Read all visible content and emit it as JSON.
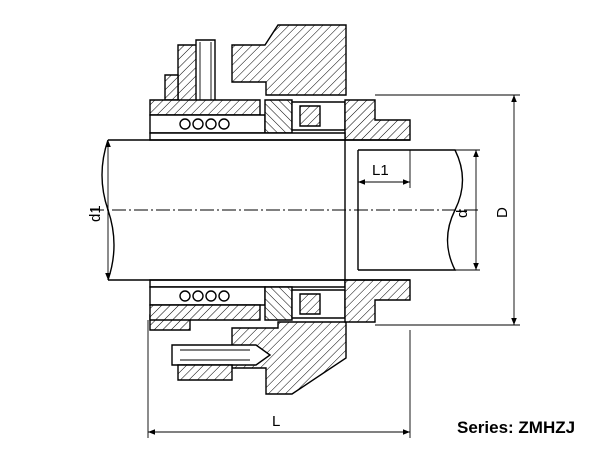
{
  "labels": {
    "d1": "d1",
    "d": "d",
    "D": "D",
    "L1": "L1",
    "L": "L"
  },
  "series_caption": "Series: ZMHZJ"
}
